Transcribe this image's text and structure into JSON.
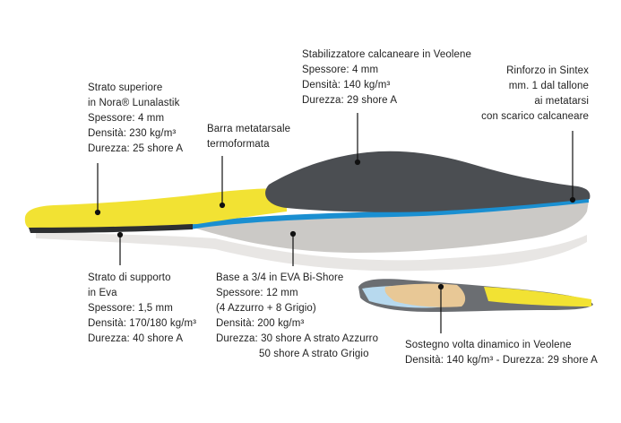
{
  "colors": {
    "yellow": "#f2e233",
    "dark_grey": "#4a4d51",
    "blue": "#1a8fd1",
    "light_grey": "#c9c8c6",
    "leader": "#111111"
  },
  "callouts": {
    "top_layer": {
      "lines": [
        "Strato superiore",
        "in Nora® Lunalastik",
        "Spessore: 4 mm",
        "Densità: 230 kg/m³",
        "Durezza: 25 shore A"
      ]
    },
    "metatarsal_bar": {
      "lines": [
        "Barra metatarsale",
        "termoformata"
      ]
    },
    "heel_stabilizer": {
      "lines": [
        "Stabilizzatore calcaneare in Veolene",
        "Spessore: 4 mm",
        "Densità: 140 kg/m³",
        "Durezza: 29 shore A"
      ]
    },
    "sintex_reinforcement": {
      "lines": [
        "Rinforzo in Sintex",
        "mm. 1 dal tallone",
        "ai metatarsi",
        "con scarico calcaneare"
      ]
    },
    "support_layer": {
      "lines": [
        "Strato di supporto",
        "in Eva",
        "Spessore: 1,5 mm",
        "Densità: 170/180 kg/m³",
        "Durezza: 40 shore A"
      ]
    },
    "eva_base": {
      "lines": [
        "Base a 3/4 in EVA Bi-Shore",
        "Spessore: 12 mm",
        "(4 Azzurro + 8 Grigio)",
        "Densità: 200 kg/m³",
        "Durezza: 30 shore A strato Azzurro",
        "50 shore A strato Grigio"
      ]
    },
    "arch_support": {
      "lines": [
        "Sostegno volta dinamico in Veolene",
        "Densità: 140 kg/m³  - Durezza: 29 shore A"
      ]
    }
  }
}
